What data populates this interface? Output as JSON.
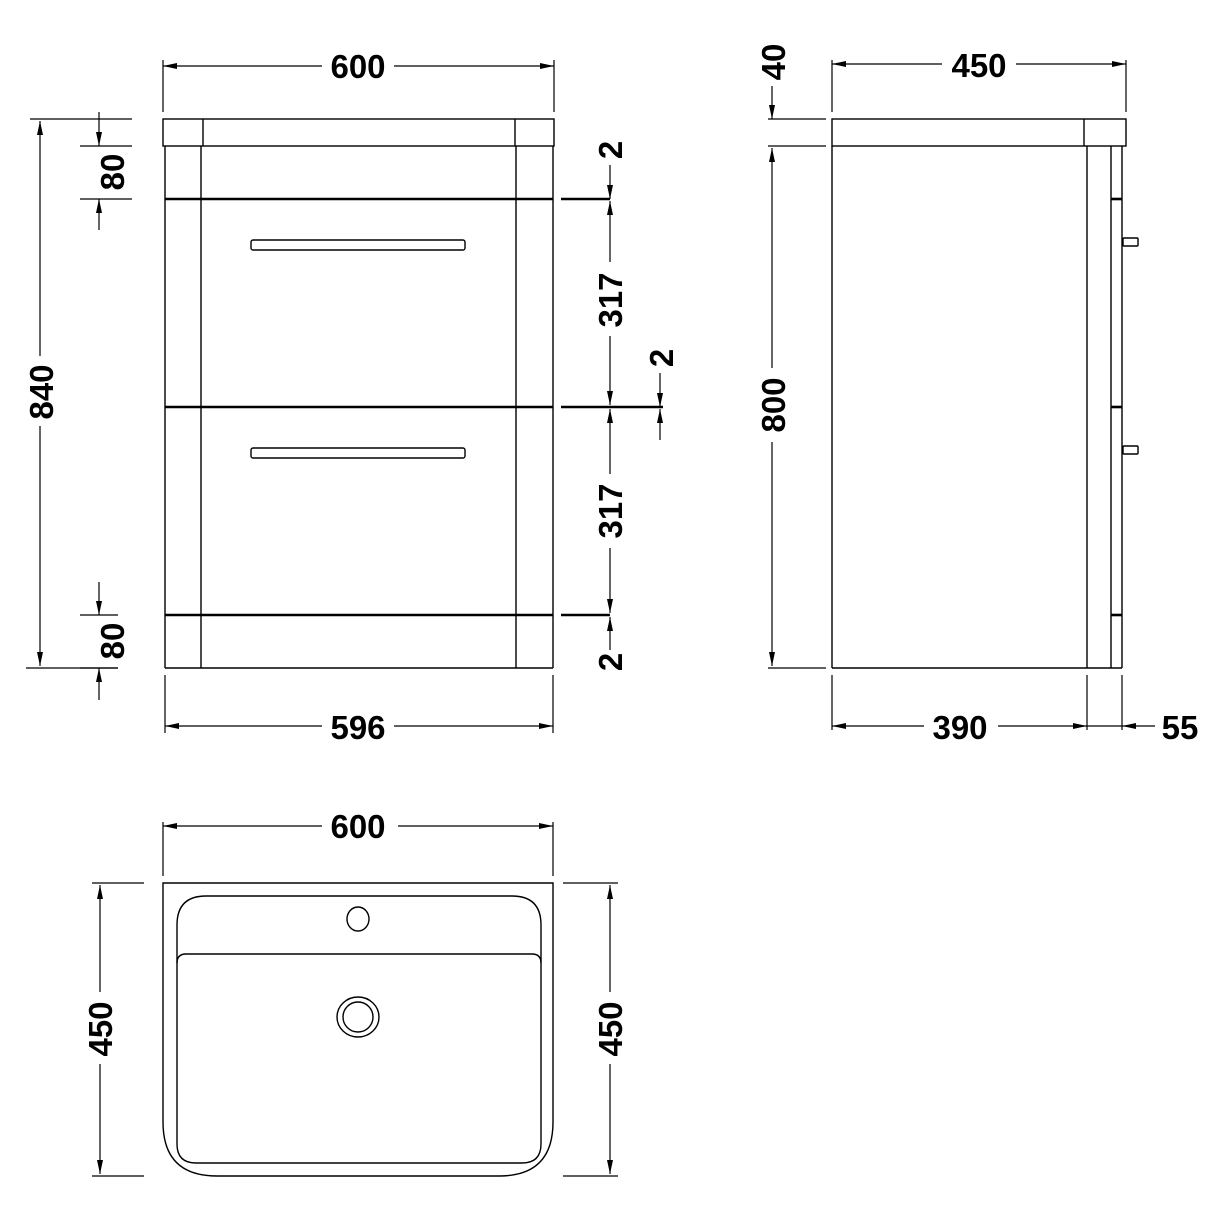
{
  "front_view": {
    "width_top": "600",
    "width_bottom": "596",
    "overall_height": "840",
    "top_rail": "80",
    "bottom_rail": "80",
    "gap_top": "2",
    "drawer_1": "317",
    "gap_middle": "2",
    "drawer_2": "317",
    "gap_bottom": "2"
  },
  "side_view": {
    "depth_top": "450",
    "worktop_thickness": "40",
    "carcass_height": "800",
    "carcass_depth": "390",
    "front_depth": "55"
  },
  "basin_plan": {
    "width": "600",
    "depth_left": "450",
    "depth_right": "450"
  },
  "colors": {
    "line": "#000000",
    "background": "#ffffff"
  }
}
